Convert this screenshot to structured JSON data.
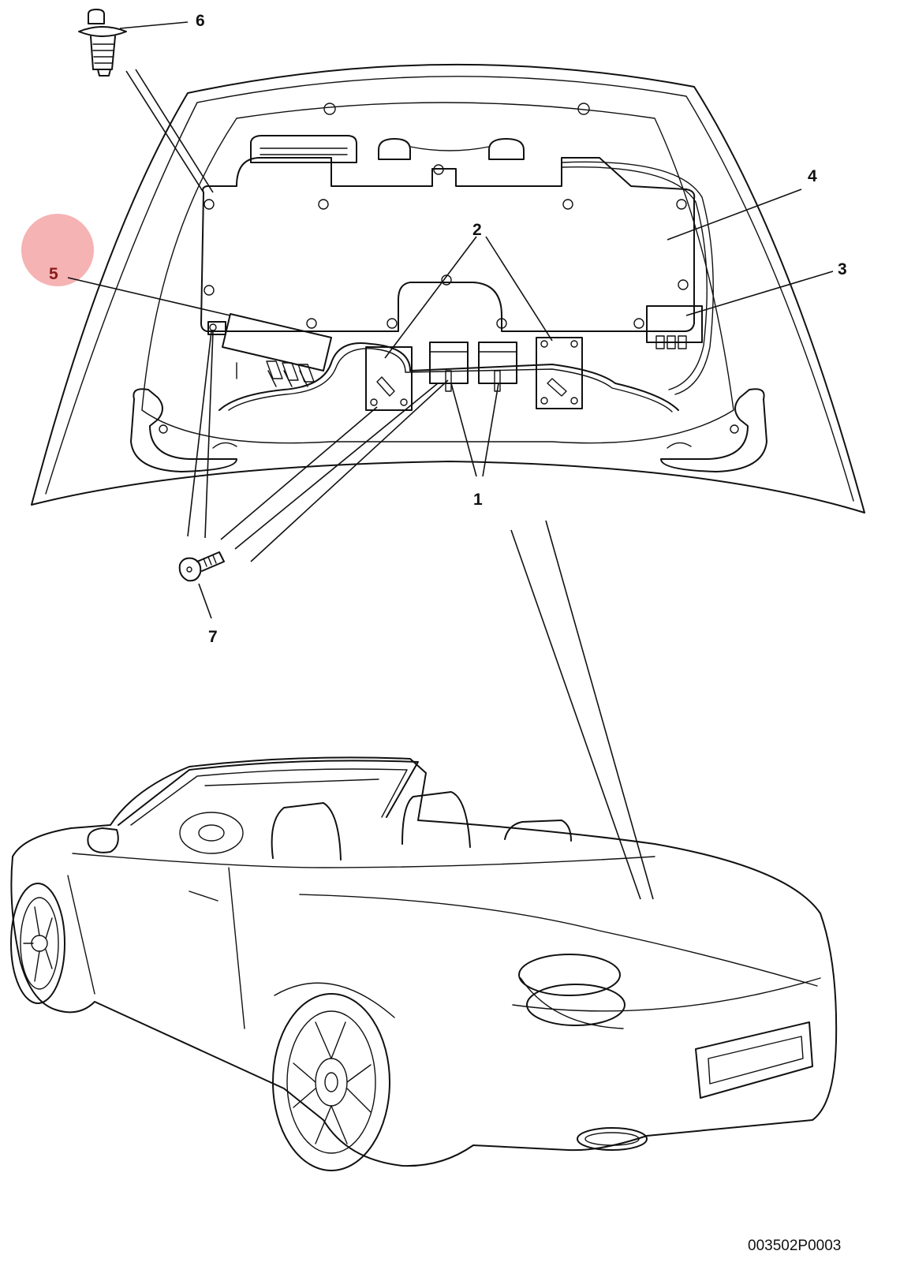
{
  "diagram": {
    "callouts": [
      {
        "id": "1",
        "label": "1"
      },
      {
        "id": "2",
        "label": "2"
      },
      {
        "id": "3",
        "label": "3"
      },
      {
        "id": "4",
        "label": "4"
      },
      {
        "id": "5",
        "label": "5"
      },
      {
        "id": "6",
        "label": "6"
      },
      {
        "id": "7",
        "label": "7"
      }
    ],
    "figure_code": "003502P0003",
    "highlight_color": "#f4a6a6",
    "line_color": "#111111"
  }
}
